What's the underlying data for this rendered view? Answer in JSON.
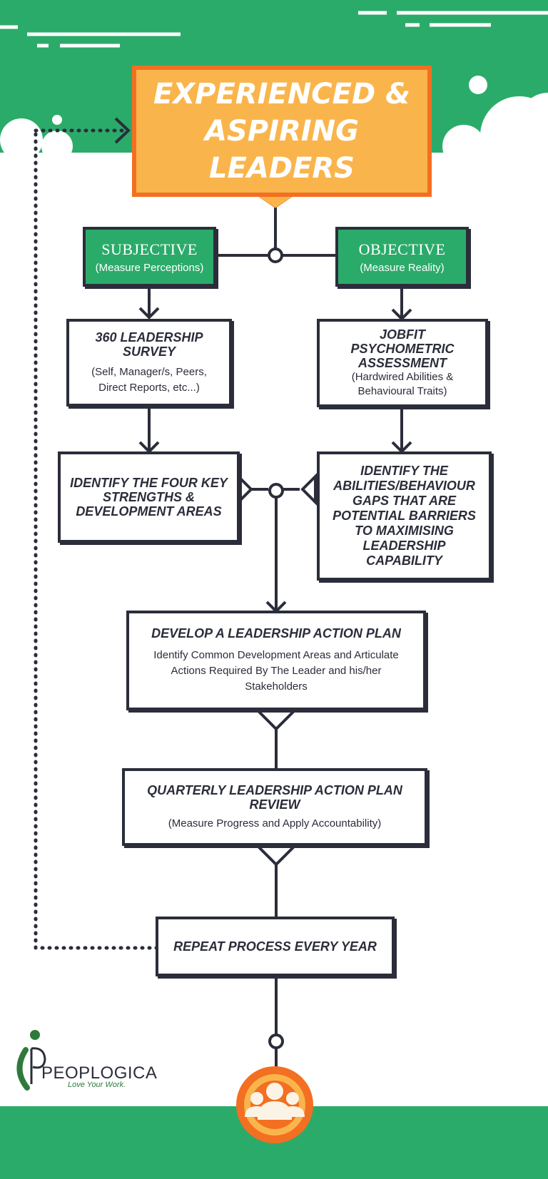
{
  "title": {
    "lines": [
      "EXPERIENCED &",
      "ASPIRING",
      "LEADERS"
    ]
  },
  "subjective": {
    "title": "SUBJECTIVE",
    "subtitle": "(Measure Perceptions)"
  },
  "objective": {
    "title": "OBJECTIVE",
    "subtitle": "(Measure Reality)"
  },
  "survey": {
    "title": "360 LEADERSHIP SURVEY",
    "detail": "(Self, Manager/s, Peers, Direct Reports, etc...)"
  },
  "jobfit": {
    "title": "JOBFIT PSYCHOMETRIC ASSESSMENT",
    "detail": "(Hardwired Abilities & Behavioural Traits)"
  },
  "strengths": {
    "title": "IDENTIFY THE FOUR KEY STRENGTHS & DEVELOPMENT AREAS"
  },
  "gaps": {
    "title": "IDENTIFY THE ABILITIES/BEHAVIOUR GAPS THAT ARE POTENTIAL BARRIERS TO MAXIMISING LEADERSHIP CAPABILITY"
  },
  "action_plan": {
    "title": "DEVELOP A LEADERSHIP ACTION PLAN",
    "detail": "Identify Common Development Areas and Articulate Actions Required By The Leader and his/her Stakeholders"
  },
  "review": {
    "title": "QUARTERLY LEADERSHIP ACTION PLAN REVIEW",
    "detail": "(Measure Progress and Apply Accountability)"
  },
  "repeat": {
    "title": "REPEAT PROCESS EVERY YEAR"
  },
  "logo": {
    "name": "PEOPLOGICA",
    "tagline": "Love Your Work."
  },
  "colors": {
    "green": "#2bab6a",
    "navy": "#2b2d3a",
    "orange": "#f36f21",
    "amber": "#f9b54c"
  }
}
